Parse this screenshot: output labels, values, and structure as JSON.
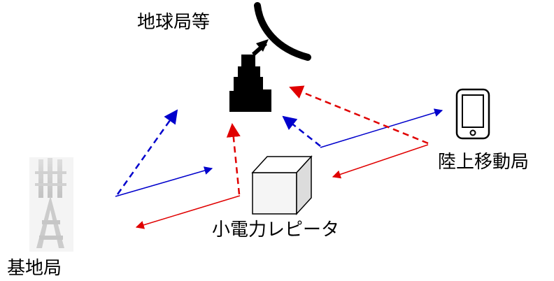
{
  "labels": {
    "earth_station": "地球局等",
    "mobile_station": "陸上移動局",
    "repeater": "小電力レピータ",
    "base_station": "基地局"
  },
  "colors": {
    "uplink": "#0000cc",
    "downlink": "#e00000",
    "icon": "#000000"
  },
  "icons": {
    "earth_station": "satellite-dish-icon",
    "mobile_station": "smartphone-icon",
    "repeater": "cube-icon",
    "base_station": "cell-tower-icon"
  }
}
